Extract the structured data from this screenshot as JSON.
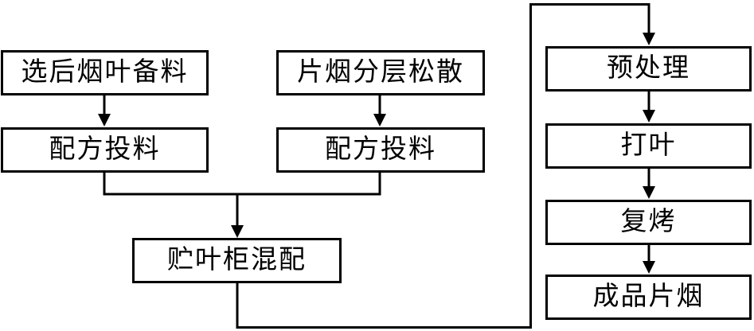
{
  "diagram": {
    "type": "flowchart",
    "nodes": {
      "selected_leaf_prep": {
        "label": "选后烟叶备料"
      },
      "formula_feeding_left": {
        "label": "配方投料"
      },
      "strip_layer_loosening": {
        "label": "片烟分层松散"
      },
      "formula_feeding_right": {
        "label": "配方投料"
      },
      "leaf_cabinet_blending": {
        "label": "贮叶柜混配"
      },
      "pretreatment": {
        "label": "预处理"
      },
      "threshing": {
        "label": "打叶"
      },
      "redrying": {
        "label": "复烤"
      },
      "finished_strip_tobacco": {
        "label": "成品片烟"
      }
    },
    "edges": [
      {
        "from": "selected_leaf_prep",
        "to": "formula_feeding_left"
      },
      {
        "from": "strip_layer_loosening",
        "to": "formula_feeding_right"
      },
      {
        "from": "formula_feeding_left",
        "to": "leaf_cabinet_blending"
      },
      {
        "from": "formula_feeding_right",
        "to": "leaf_cabinet_blending"
      },
      {
        "from": "leaf_cabinet_blending",
        "to": "pretreatment"
      },
      {
        "from": "pretreatment",
        "to": "threshing"
      },
      {
        "from": "threshing",
        "to": "redrying"
      },
      {
        "from": "redrying",
        "to": "finished_strip_tobacco"
      }
    ],
    "colors": {
      "line": "#000000",
      "box_border": "#000000",
      "box_fill": "#ffffff",
      "text": "#000000",
      "background": "#ffffff"
    }
  }
}
